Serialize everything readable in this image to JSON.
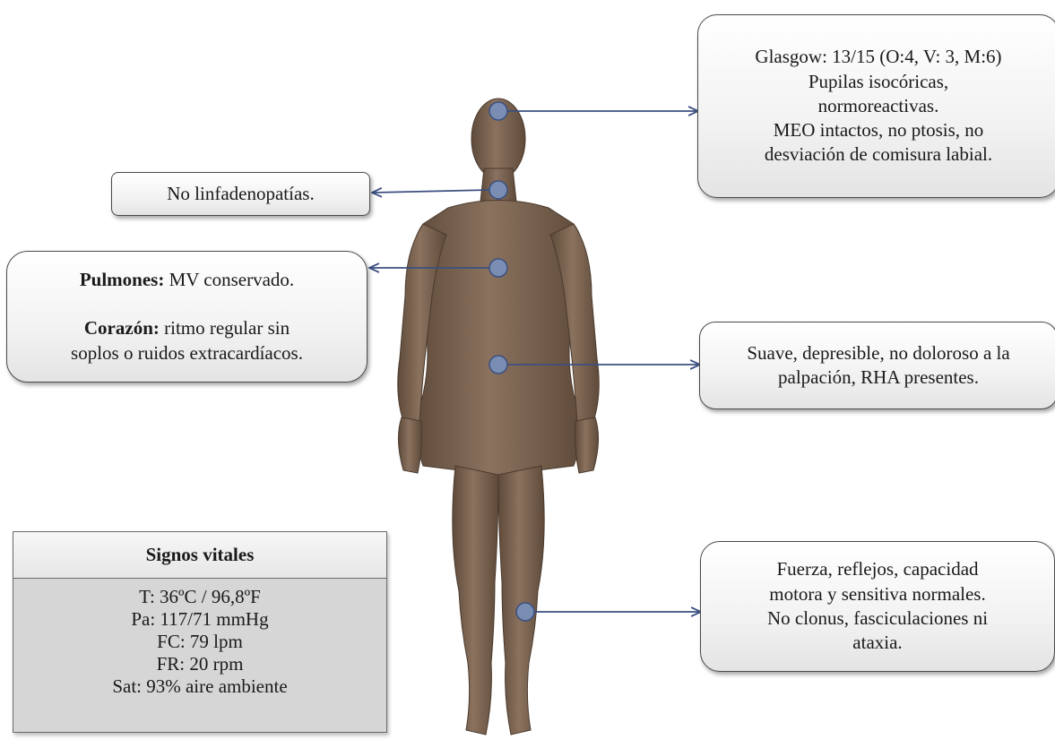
{
  "callouts": {
    "head": [
      "Glasgow: 13/15 (O:4, V: 3, M:6)",
      "Pupilas isocóricas,",
      "normoreactivas.",
      "MEO intactos, no ptosis, no",
      "desviación de comisura labial."
    ],
    "neck": "No linfadenopatías.",
    "chest": {
      "lungs_label": "Pulmones:",
      "lungs_text": " MV conservado.",
      "heart_label": "Corazón:",
      "heart_text_1": " ritmo regular sin",
      "heart_text_2": "soplos o ruidos extracardíacos."
    },
    "abdomen": [
      "Suave, depresible, no doloroso a la",
      "palpación, RHA presentes."
    ],
    "legs": [
      "Fuerza, reflejos, capacidad",
      "motora y sensitiva normales.",
      "No clonus, fasciculaciones ni",
      "ataxia."
    ]
  },
  "vitals": {
    "title": "Signos vitales",
    "items": [
      "T: 36ºC / 96,8ºF",
      "Pa: 117/71 mmHg",
      "FC: 79 lpm",
      "FR: 20 rpm",
      "Sat: 93% aire ambiente"
    ]
  },
  "colors": {
    "skin": "#7d6552",
    "skin_shadow": "#5a4434",
    "marker": "#7a8db3",
    "connector": "#3c5080"
  }
}
